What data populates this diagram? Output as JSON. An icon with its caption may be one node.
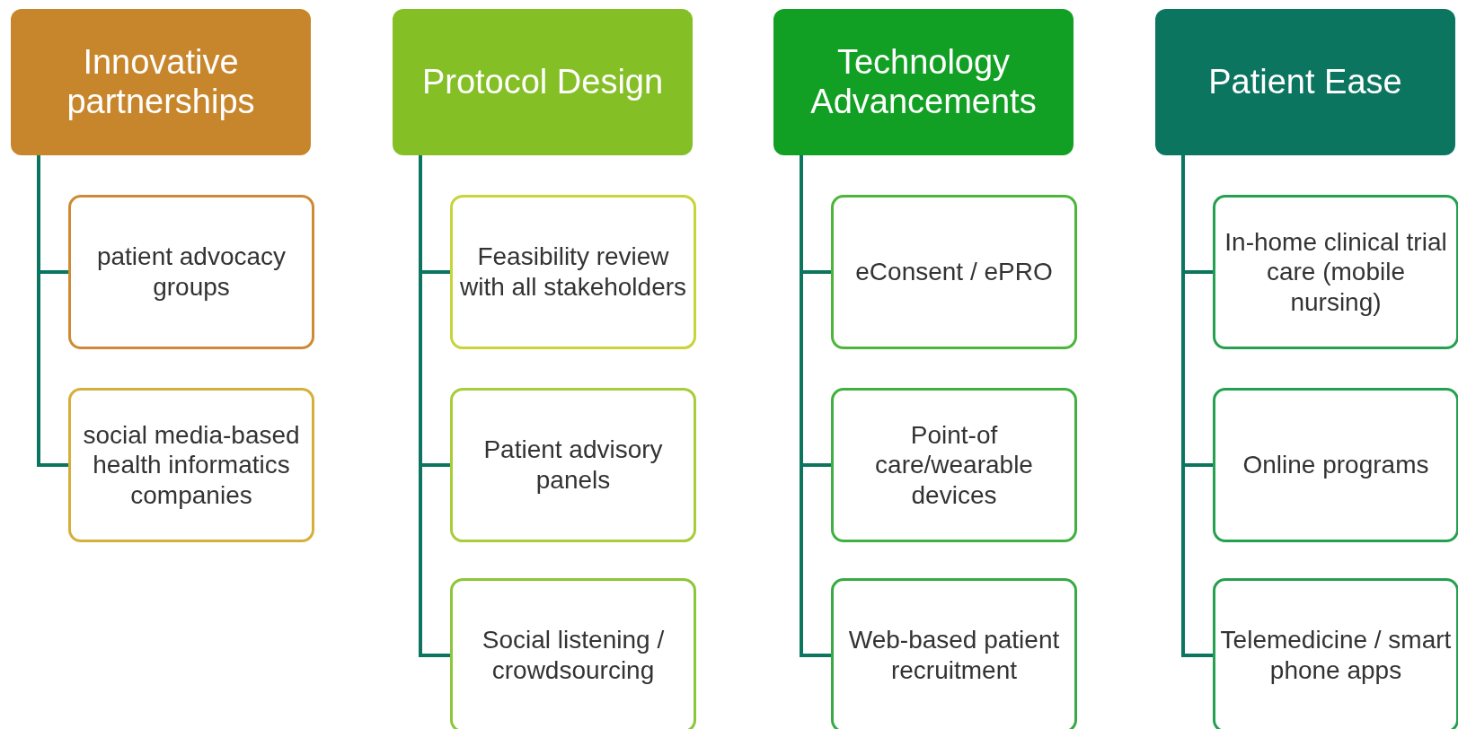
{
  "diagram": {
    "nodes": [
      {
        "text": [
          "Innovative partnerships"
        ]
      },
      {
        "text": [
          "patient advocacy groups"
        ]
      },
      {
        "text": [
          "social media-based health informatics companies"
        ]
      },
      {
        "text": [
          "Protocol Design"
        ]
      },
      {
        "text": [
          "Feasibility review with all stakeholders"
        ]
      },
      {
        "text": [
          "Patient advisory panels"
        ]
      },
      {
        "text": [
          "Social listening / crowdsourcing"
        ]
      },
      {
        "text": [
          "Technology Advancements"
        ]
      },
      {
        "text": [
          "eConsent / ePRO"
        ]
      },
      {
        "text": [
          "Point-of care/wearable devices"
        ]
      },
      {
        "text": [
          "Web-based patient recruitment"
        ]
      },
      {
        "text": [
          "Patient Ease"
        ]
      },
      {
        "text": [
          "In-home clinical trial care (mobile nursing)"
        ]
      },
      {
        "text": [
          "Online programs"
        ]
      },
      {
        "text": [
          "Telemedicine  / smart phone apps"
        ]
      }
    ],
    "edges": [
      {
        "from": 0,
        "to": 1,
        "arrow": "none"
      },
      {
        "from": 0,
        "to": 2,
        "arrow": "none"
      },
      {
        "from": 3,
        "to": 4,
        "arrow": "none"
      },
      {
        "from": 3,
        "to": 5,
        "arrow": "none"
      },
      {
        "from": 3,
        "to": 6,
        "arrow": "none"
      },
      {
        "from": 7,
        "to": 8,
        "arrow": "none"
      },
      {
        "from": 7,
        "to": 9,
        "arrow": "none"
      },
      {
        "from": 7,
        "to": 10,
        "arrow": "none"
      },
      {
        "from": 11,
        "to": 12,
        "arrow": "none"
      },
      {
        "from": 11,
        "to": 13,
        "arrow": "none"
      },
      {
        "from": 11,
        "to": 14,
        "arrow": "none"
      }
    ]
  }
}
